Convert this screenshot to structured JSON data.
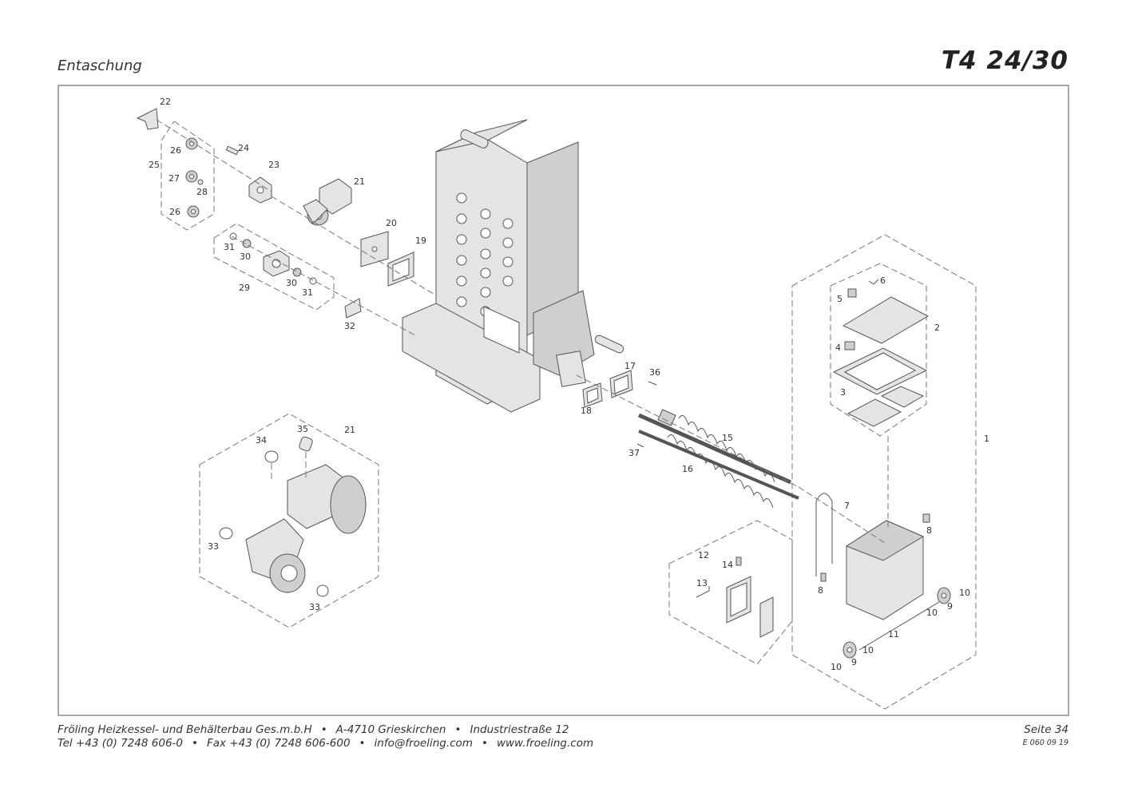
{
  "header": {
    "title": "Entaschung",
    "model": "T4 24/30"
  },
  "footer": {
    "line1": [
      "Fröling Heizkessel- und Behälterbau Ges.m.b.H",
      "A-4710 Grieskirchen",
      "Industriestraße 12"
    ],
    "line2": [
      "Tel +43 (0) 7248 606-0",
      "Fax +43 (0) 7248 606-600",
      "info@froeling.com",
      "www.froeling.com"
    ],
    "separator": "•",
    "page": "Seite 34",
    "doc_code": "E 060 09 19"
  },
  "callouts": {
    "c1": "1",
    "c2": "2",
    "c3": "3",
    "c4": "4",
    "c5": "5",
    "c6": "6",
    "c7": "7",
    "c8a": "8",
    "c8b": "8",
    "c9a": "9",
    "c9b": "9",
    "c10a": "10",
    "c10b": "10",
    "c10c": "10",
    "c10d": "10",
    "c11": "11",
    "c12": "12",
    "c13": "13",
    "c14": "14",
    "c15": "15",
    "c16": "16",
    "c17": "17",
    "c18": "18",
    "c19": "19",
    "c20": "20",
    "c21a": "21",
    "c21b": "21",
    "c22": "22",
    "c23": "23",
    "c24": "24",
    "c25": "25",
    "c26a": "26",
    "c26b": "26",
    "c27": "27",
    "c28": "28",
    "c29": "29",
    "c30a": "30",
    "c30b": "30",
    "c31a": "31",
    "c31b": "31",
    "c32": "32",
    "c33a": "33",
    "c33b": "33",
    "c34": "34",
    "c35": "35",
    "c36": "36",
    "c37": "37"
  }
}
